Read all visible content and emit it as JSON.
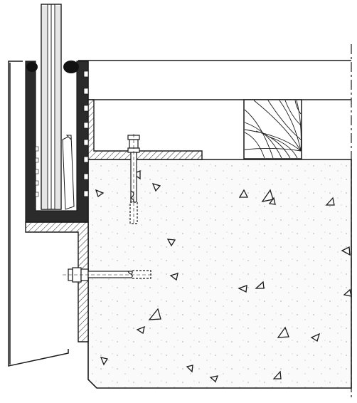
{
  "drawing": {
    "colors": {
      "ink": "#1a1a1a",
      "hatch": "#333333",
      "dark_fill": "#2b2b2b",
      "paper": "#ffffff",
      "glass": "#e6e6e6",
      "concrete": "#fafafa"
    },
    "parts": [
      {
        "name": "glass-panel",
        "label": ""
      },
      {
        "name": "u-channel-profile",
        "label": ""
      },
      {
        "name": "fascia-cladding",
        "label": ""
      },
      {
        "name": "steel-angle-bracket",
        "label": ""
      },
      {
        "name": "timber-beam",
        "label": ""
      },
      {
        "name": "concrete-slab",
        "label": ""
      },
      {
        "name": "vertical-anchor-bolt",
        "label": ""
      },
      {
        "name": "horizontal-anchor-bolt",
        "label": ""
      },
      {
        "name": "centerline",
        "label": ""
      }
    ]
  }
}
